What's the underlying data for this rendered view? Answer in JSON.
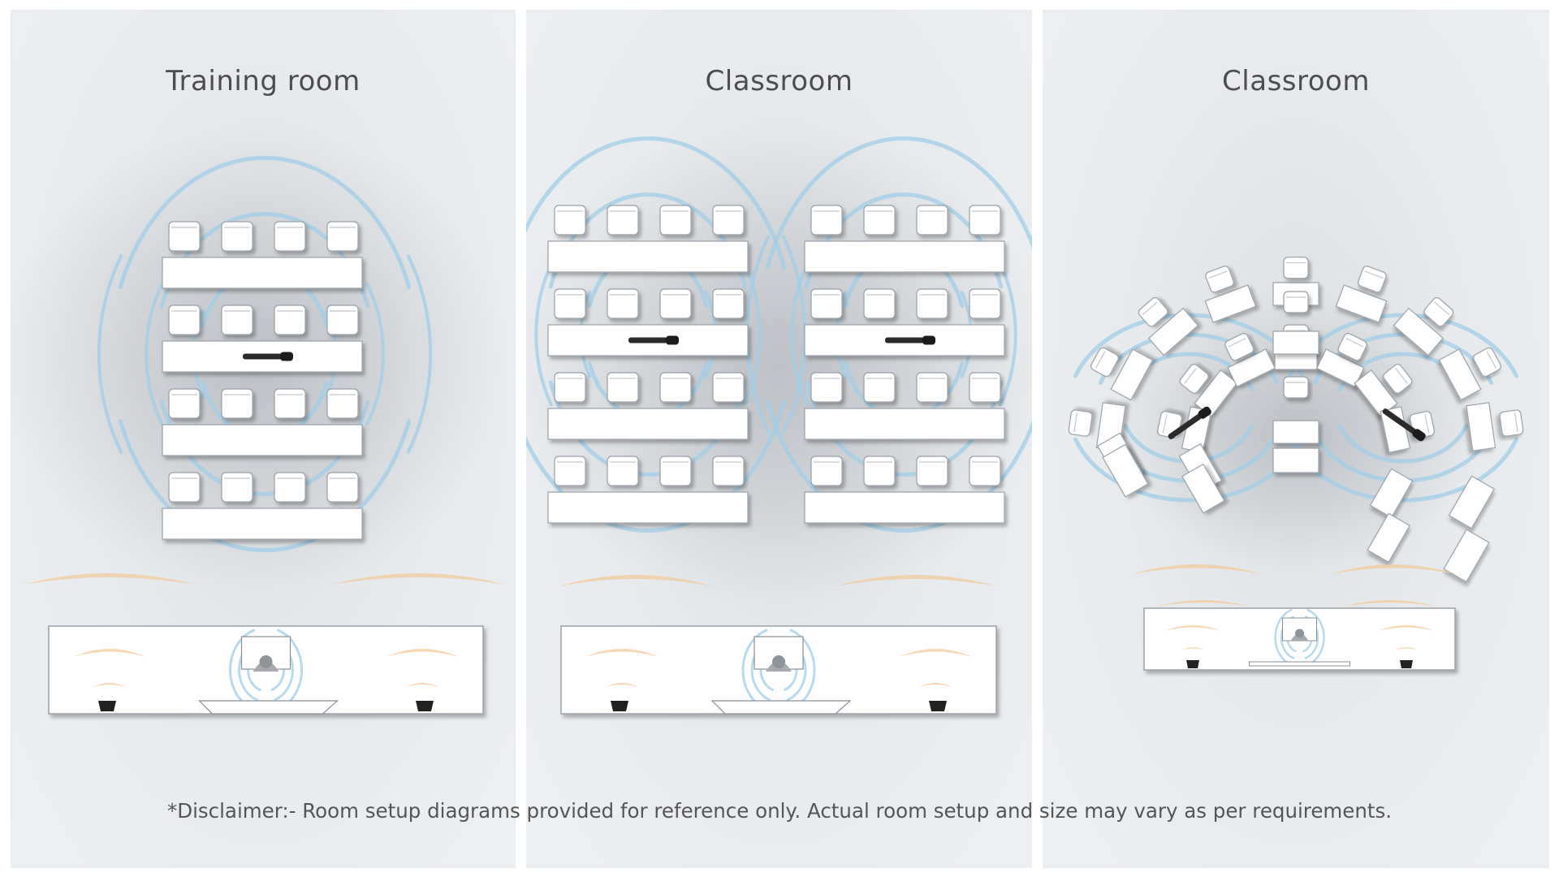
{
  "panels": [
    {
      "title": "Training room",
      "layout": "rows-single"
    },
    {
      "title": "Classroom",
      "layout": "rows-double"
    },
    {
      "title": "Classroom",
      "layout": "u-shape"
    }
  ],
  "disclaimer": "*Disclaimer:- Room setup diagrams provided for reference only. Actual room setup and size may vary as per requirements.",
  "colors": {
    "panel_bg": "#e7eaed",
    "pickup_arc": "#9fcde8",
    "speaker_arc": "#f1c99a",
    "furniture": "#ffffff",
    "furniture_edge": "#9aa0a6",
    "title_text": "#4d4d4d",
    "disclaimer_text": "#555555"
  },
  "icons": [
    "microphone-icon",
    "presenter-icon",
    "speaker-icon",
    "chair-icon",
    "desk-icon"
  ]
}
